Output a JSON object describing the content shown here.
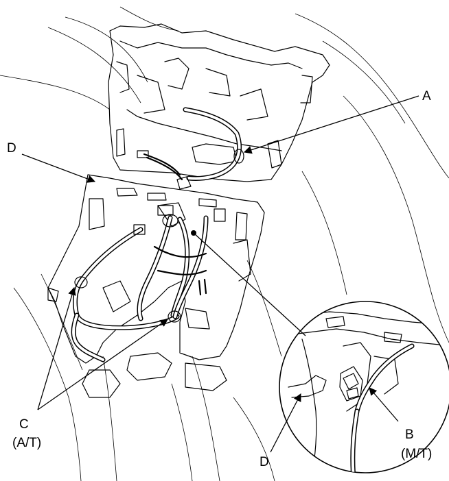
{
  "labels": {
    "a": "A",
    "b": "B",
    "b_sub": "(M/T)",
    "c": "C",
    "c_sub": "(A/T)",
    "d_left": "D",
    "d_detail": "D"
  },
  "colors": {
    "line": "#000000",
    "background": "#ffffff"
  }
}
